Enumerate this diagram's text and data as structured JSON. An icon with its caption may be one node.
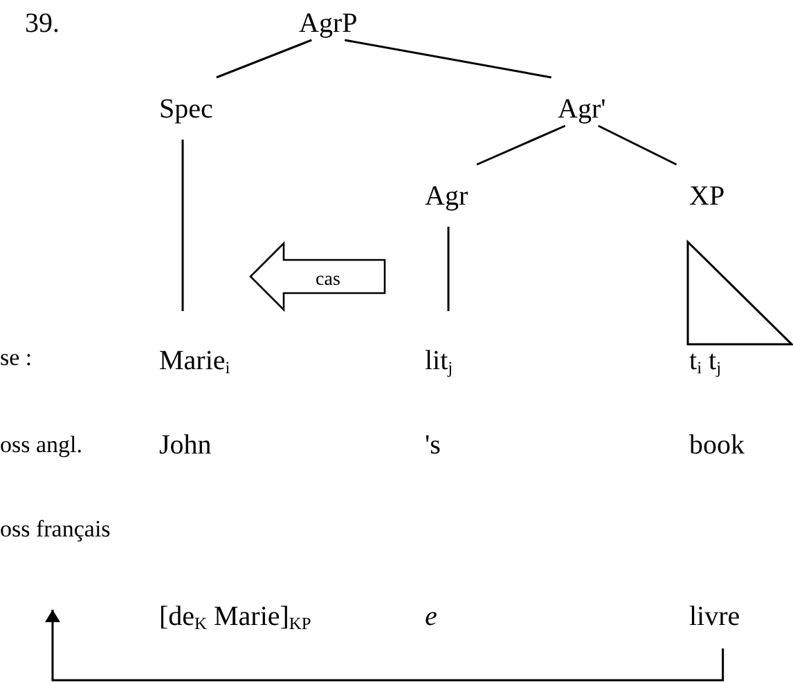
{
  "diagram": {
    "nodes": [
      {
        "text": [
          "AgrP"
        ]
      },
      {
        "text": [
          "Spec"
        ]
      },
      {
        "text": [
          "Agr'"
        ]
      },
      {
        "text": [
          "Agr"
        ]
      },
      {
        "text": [
          "XP"
        ]
      },
      {
        "text": [
          "cas"
        ]
      },
      {
        "text": [
          "Marie$_{i}$"
        ]
      },
      {
        "text": [
          "lit$_{j}$"
        ]
      },
      {
        "text": [
          "t$_{i}$ t$_{j}$"
        ]
      },
      {
        "text": [
          "livre"
        ]
      }
    ],
    "edges": [
      {
        "from": 0,
        "to": 1,
        "arrow": "none"
      },
      {
        "from": 0,
        "to": 2,
        "arrow": "none"
      },
      {
        "from": 2,
        "to": 3,
        "arrow": "none"
      },
      {
        "from": 2,
        "to": 4,
        "arrow": "none"
      },
      {
        "from": 1,
        "to": 6,
        "arrow": "none"
      },
      {
        "from": 3,
        "to": 7,
        "arrow": "none"
      },
      {
        "from": 4,
        "to": 8,
        "arrow": "none"
      },
      {
        "from": 9,
        "to": null,
        "arrow": "to"
      }
    ],
    "labels": [
      "39.",
      "se :",
      "oss angl.",
      "John",
      "'s",
      "book",
      "oss français",
      "[de$_{K}$ Marie]$_{KP}$",
      "e"
    ]
  }
}
